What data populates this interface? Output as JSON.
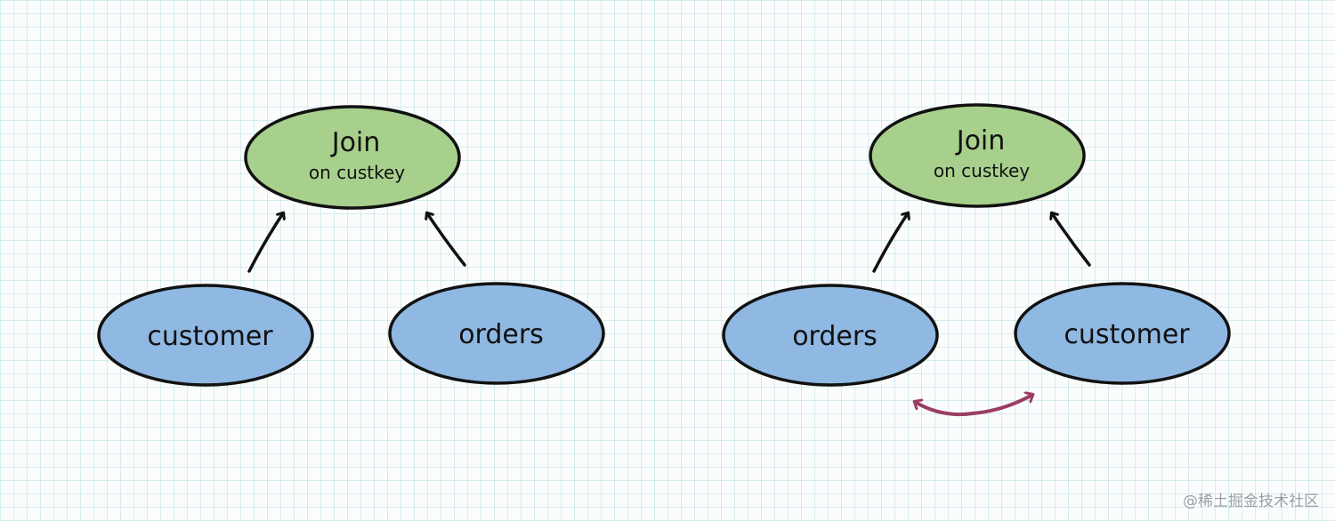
{
  "left": {
    "join": {
      "title": "Join",
      "subtitle": "on custkey"
    },
    "inputs": [
      "customer",
      "orders"
    ]
  },
  "right": {
    "join": {
      "title": "Join",
      "subtitle": "on custkey"
    },
    "inputs": [
      "orders",
      "customer"
    ]
  },
  "colors": {
    "join_fill": "#a8d08d",
    "input_fill": "#8fb8e2",
    "outline": "#111111",
    "swap_arrow": "#9b3d63"
  },
  "watermark": "@稀土掘金技术社区"
}
